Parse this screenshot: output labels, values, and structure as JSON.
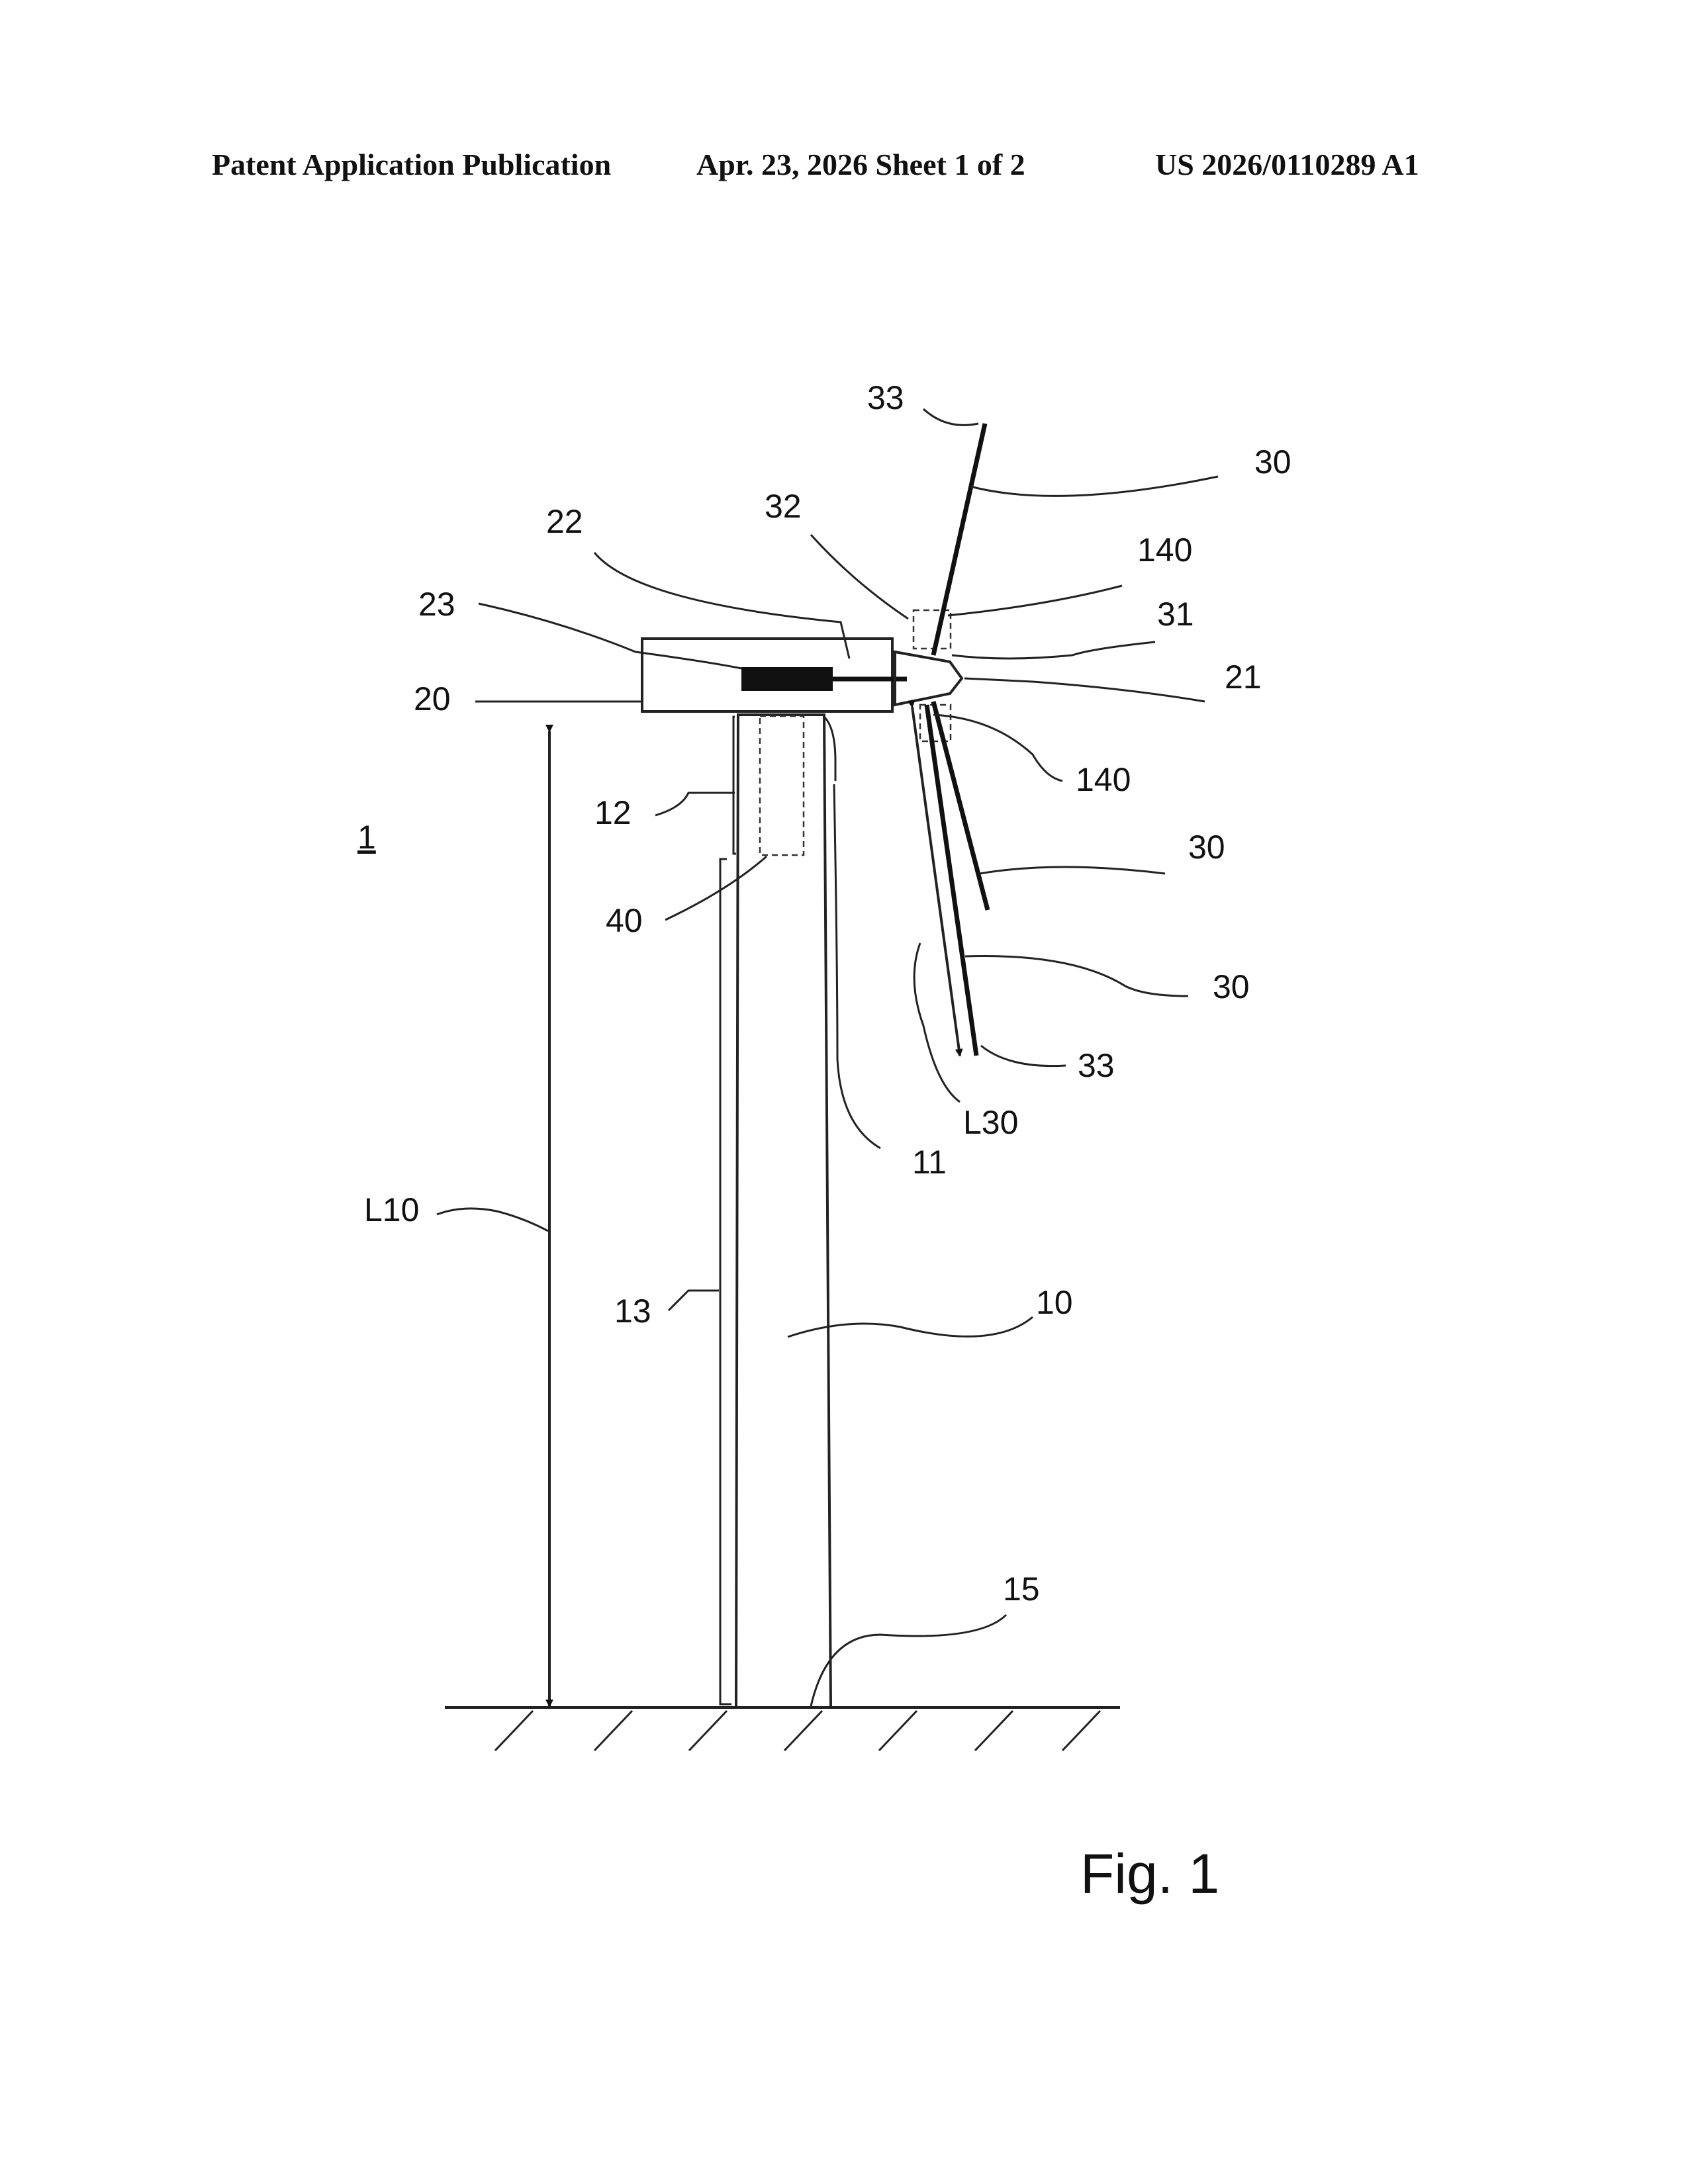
{
  "header": {
    "publication": "Patent Application Publication",
    "date_sheet": "Apr. 23, 2026  Sheet 1 of 2",
    "number": "US 2026/0110289 A1"
  },
  "figure": {
    "caption": "Fig. 1",
    "labels": {
      "l1": "1",
      "l10": "10",
      "l11": "11",
      "l12": "12",
      "l13": "13",
      "l15": "15",
      "l20": "20",
      "l21": "21",
      "l22": "22",
      "l23": "23",
      "l30a": "30",
      "l30b": "30",
      "l30c": "30",
      "l31": "31",
      "l32": "32",
      "l33a": "33",
      "l33b": "33",
      "l40": "40",
      "l140a": "140",
      "l140b": "140",
      "lL10": "L10",
      "lL30": "L30"
    }
  }
}
